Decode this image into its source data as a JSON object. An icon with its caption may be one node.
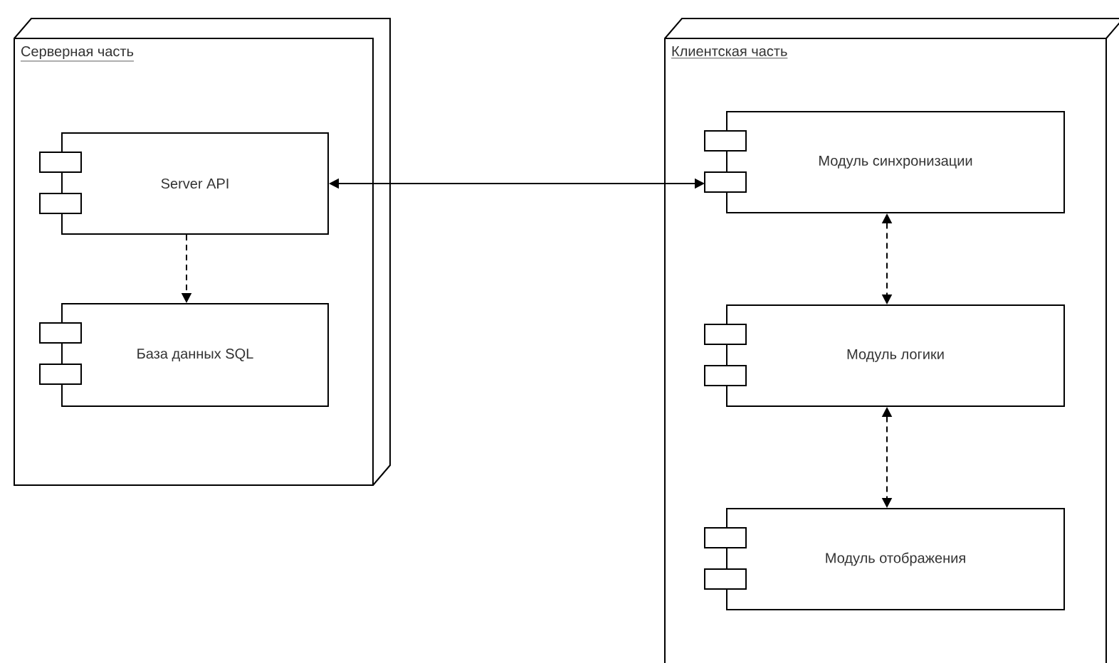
{
  "diagram": {
    "nodes": [
      {
        "text": [
          "Серверная часть"
        ]
      },
      {
        "text": [
          "Server API"
        ],
        "in": 0
      },
      {
        "text": [
          "База данных SQL"
        ],
        "in": 0
      },
      {
        "text": [
          "Клиентская часть"
        ]
      },
      {
        "text": [
          "Модуль синхронизации"
        ],
        "in": 3
      },
      {
        "text": [
          "Модуль логики"
        ],
        "in": 3
      },
      {
        "text": [
          "Модуль отображения"
        ],
        "in": 3
      }
    ],
    "edges": [
      {
        "from": 1,
        "to": 4,
        "arrow": "both"
      },
      {
        "from": 1,
        "to": 2,
        "arrow": "to",
        "style": "dashed"
      },
      {
        "from": 4,
        "to": 5,
        "arrow": "both",
        "style": "dashed"
      },
      {
        "from": 5,
        "to": 6,
        "arrow": "both",
        "style": "dashed"
      }
    ]
  }
}
